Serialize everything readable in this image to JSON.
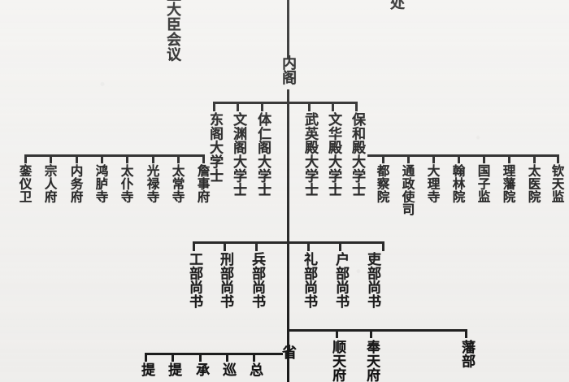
{
  "diagram": {
    "title_top_right": "处",
    "title_left": "王大臣会议",
    "cabinet": "内阁",
    "province": "省"
  },
  "grand_secretaries": [
    {
      "label": "东阁大学士"
    },
    {
      "label": "文渊阁大学士"
    },
    {
      "label": "体仁阁大学士"
    },
    {
      "label": "武英殿大学士"
    },
    {
      "label": "文华殿大学士"
    },
    {
      "label": "保和殿大学士"
    }
  ],
  "left_offices": [
    {
      "label": "銮仪卫"
    },
    {
      "label": "宗人府"
    },
    {
      "label": "内务府"
    },
    {
      "label": "鸿胪寺"
    },
    {
      "label": "太仆寺"
    },
    {
      "label": "光禄寺"
    },
    {
      "label": "太常寺"
    },
    {
      "label": "詹事府"
    }
  ],
  "right_offices": [
    {
      "label": "都察院"
    },
    {
      "label": "通政使司"
    },
    {
      "label": "大理寺"
    },
    {
      "label": "翰林院"
    },
    {
      "label": "国子监"
    },
    {
      "label": "理藩院"
    },
    {
      "label": "太医院"
    },
    {
      "label": "钦天监"
    }
  ],
  "six_ministries": [
    {
      "label": "工部尚书"
    },
    {
      "label": "刑部尚书"
    },
    {
      "label": "兵部尚书"
    },
    {
      "label": "礼部尚书"
    },
    {
      "label": "户部尚书"
    },
    {
      "label": "吏部尚书"
    }
  ],
  "province_officials": [
    {
      "label": "提"
    },
    {
      "label": "提"
    },
    {
      "label": "承"
    },
    {
      "label": "巡"
    },
    {
      "label": "总"
    }
  ],
  "special_prefectures": [
    {
      "label": "顺天府"
    },
    {
      "label": "奉天府"
    },
    {
      "label": "藩部"
    }
  ],
  "colors": {
    "ink": "#1a1a1a",
    "paper": "#f2f1ef"
  }
}
